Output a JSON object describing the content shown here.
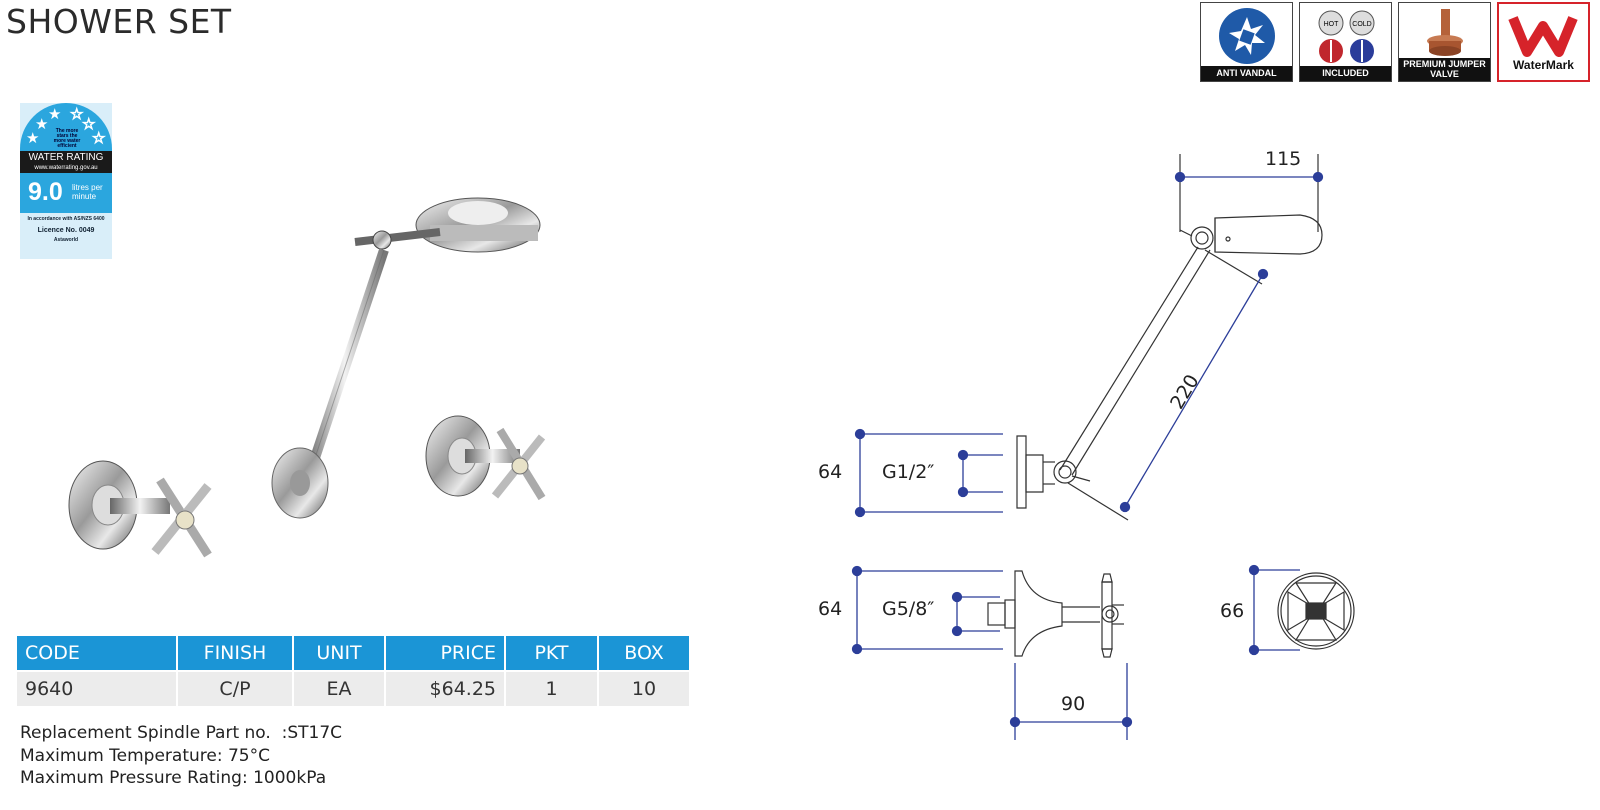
{
  "title": "SHOWER SET",
  "badges": [
    {
      "icon": "anti-vandal-icon",
      "label": "ANTI VANDAL"
    },
    {
      "icon": "hot-cold-indices-icon",
      "label": "INCLUDED",
      "hot": "HOT",
      "cold": "COLD"
    },
    {
      "icon": "jumper-valve-icon",
      "label": "PREMIUM JUMPER VALVE"
    },
    {
      "icon": "watermark-logo",
      "label": "WaterMark"
    }
  ],
  "water_rating": {
    "stars_text": "The more stars the more water efficient",
    "heading": "WATER RATING",
    "url": "www.waterrating.gov.au",
    "value": "9.0",
    "unit": "litres per minute",
    "standard": "In accordance with AS/NZS 6400",
    "licence": "Licence No. 0049",
    "brand": "Astaworld"
  },
  "table": {
    "headers": [
      "CODE",
      "FINISH",
      "UNIT",
      "PRICE",
      "PKT",
      "BOX"
    ],
    "rows": [
      [
        "9640",
        "C/P",
        "EA",
        "$64.25",
        "1",
        "10"
      ]
    ]
  },
  "notes": [
    "Replacement Spindle Part no.  :ST17C",
    "Maximum Temperature: 75°C",
    "Maximum Pressure Rating: 1000kPa"
  ],
  "dimensions": {
    "head_width": "115",
    "arm_length": "220",
    "arm_flange": "64",
    "arm_thread": "G1/2″",
    "tap_flange": "64",
    "tap_thread": "G5/8″",
    "tap_depth": "90",
    "handle": "66"
  },
  "colors": {
    "accent": "#1b95d6",
    "dimension_line": "#2c3e99",
    "watermark_red": "#d6232a"
  }
}
